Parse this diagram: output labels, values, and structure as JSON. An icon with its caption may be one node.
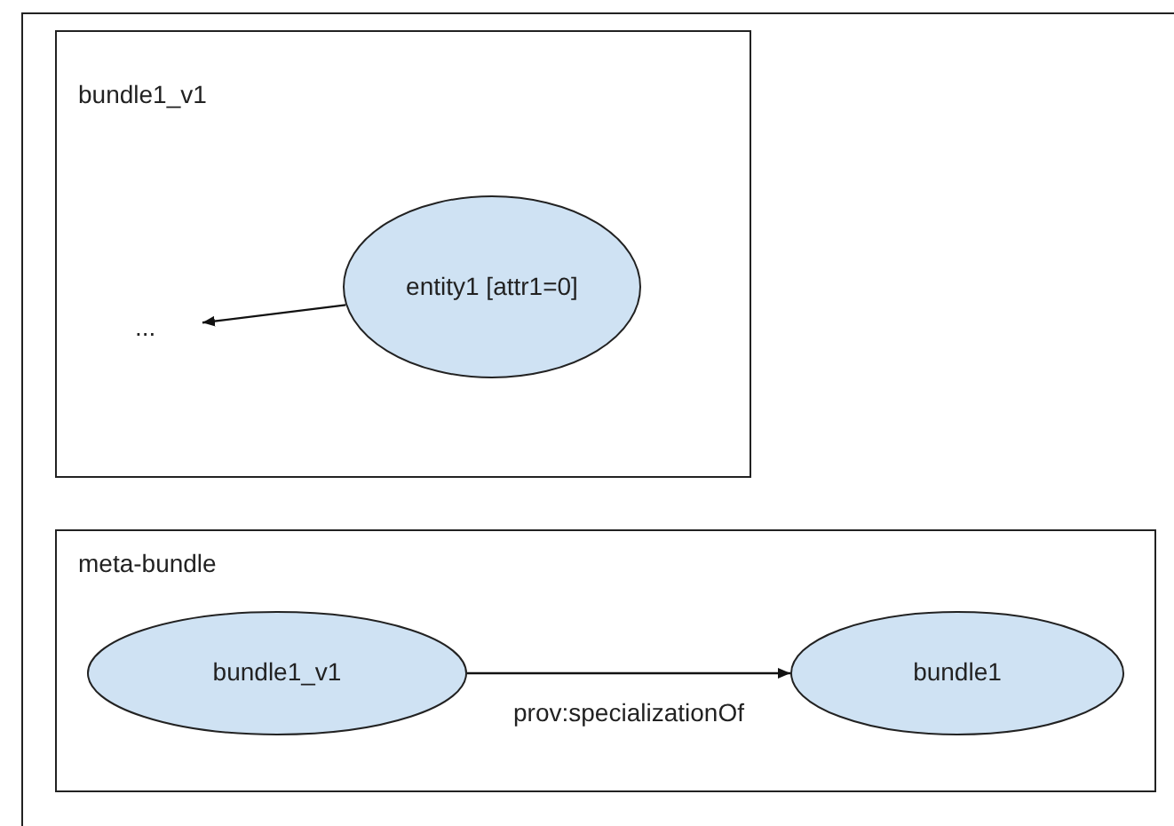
{
  "diagram": {
    "nodes": [
      {
        "text": [
          "bundle1_v1"
        ]
      },
      {
        "text": [
          "entity1 [attr1=0]"
        ],
        "in": 0
      },
      {
        "text": [
          "..."
        ],
        "in": 0
      },
      {
        "text": [
          "meta-bundle"
        ]
      },
      {
        "text": [
          "bundle1_v1"
        ],
        "in": 3
      },
      {
        "text": [
          "bundle1"
        ],
        "in": 3
      }
    ],
    "edges": [
      {
        "from": 1,
        "to": 2,
        "arrow": "to"
      },
      {
        "from": 4,
        "to": 5,
        "arrow": "to",
        "label": "prov:specializationOf"
      }
    ]
  }
}
